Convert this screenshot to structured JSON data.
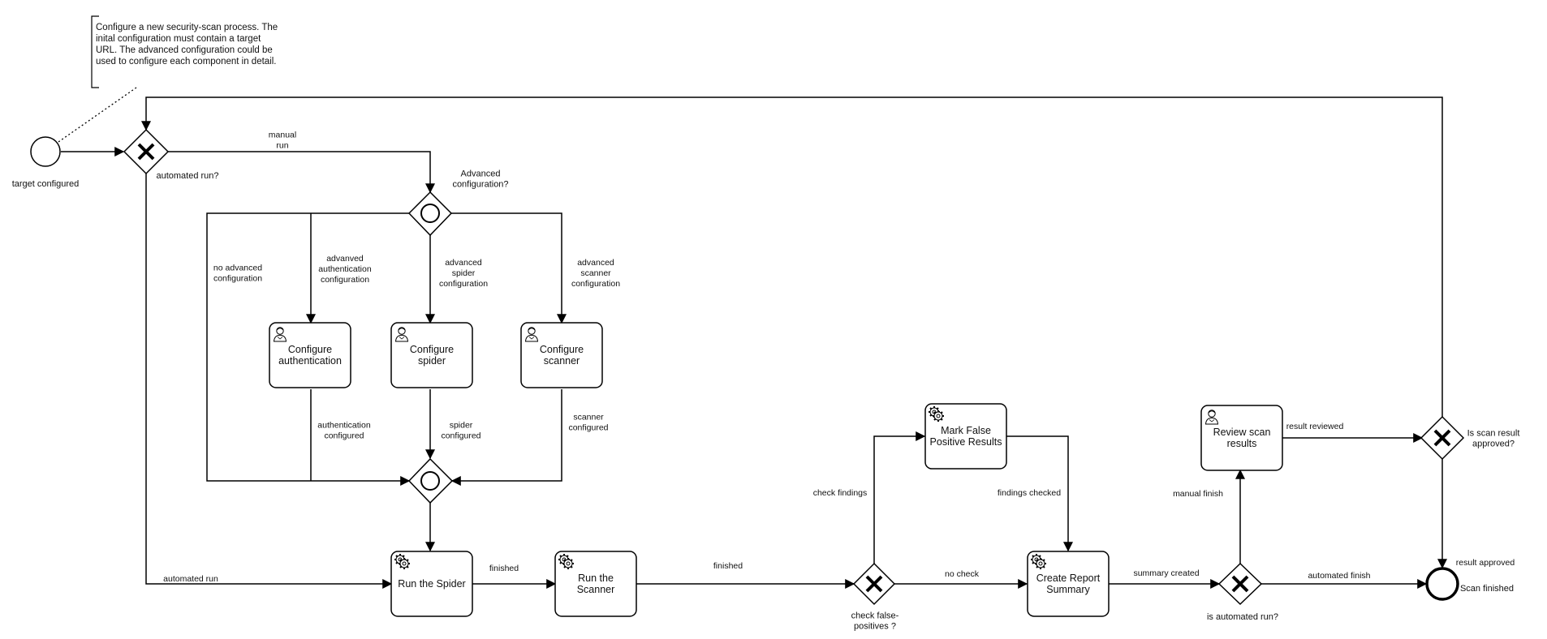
{
  "annotation": "Configure a new security-scan process. The inital configuration must contain a target URL. The advanced configuration could be used to configure each component in detail.",
  "events": {
    "start": "target configured",
    "end": "Scan finished"
  },
  "gateways": {
    "automated_run": "automated run?",
    "advanced_config": "Advanced configuration?",
    "check_false_positives": "check false- positives ?",
    "is_automated_run": "is automated run?",
    "scan_approved": "Is scan result approved?"
  },
  "tasks": {
    "configure_authentication": "Configure authentication",
    "configure_spider": "Configure spider",
    "configure_scanner": "Configure scanner",
    "run_spider": "Run the Spider",
    "run_scanner": "Run the Scanner",
    "mark_false_positive": "Mark False Positive Results",
    "create_report": "Create Report Summary",
    "review_results": "Review scan results"
  },
  "flows": {
    "manual_run": "manual run",
    "no_advanced": "no advanced configuration",
    "adv_auth": "advanved authentication configuration",
    "adv_spider": "advanced spider configuration",
    "adv_scanner": "advanced scanner configuration",
    "auth_configured": "authentication configured",
    "spider_configured": "spider configured",
    "scanner_configured": "scanner configured",
    "automated_run": "automated run",
    "finished_spider": "finished",
    "finished_scanner": "finished",
    "check_findings": "check findings",
    "findings_checked": "findings checked",
    "no_check": "no check",
    "summary_created": "summary created",
    "manual_finish": "manual finish",
    "automated_finish": "automated finish",
    "result_reviewed": "result reviewed",
    "result_approved": "result approved"
  }
}
